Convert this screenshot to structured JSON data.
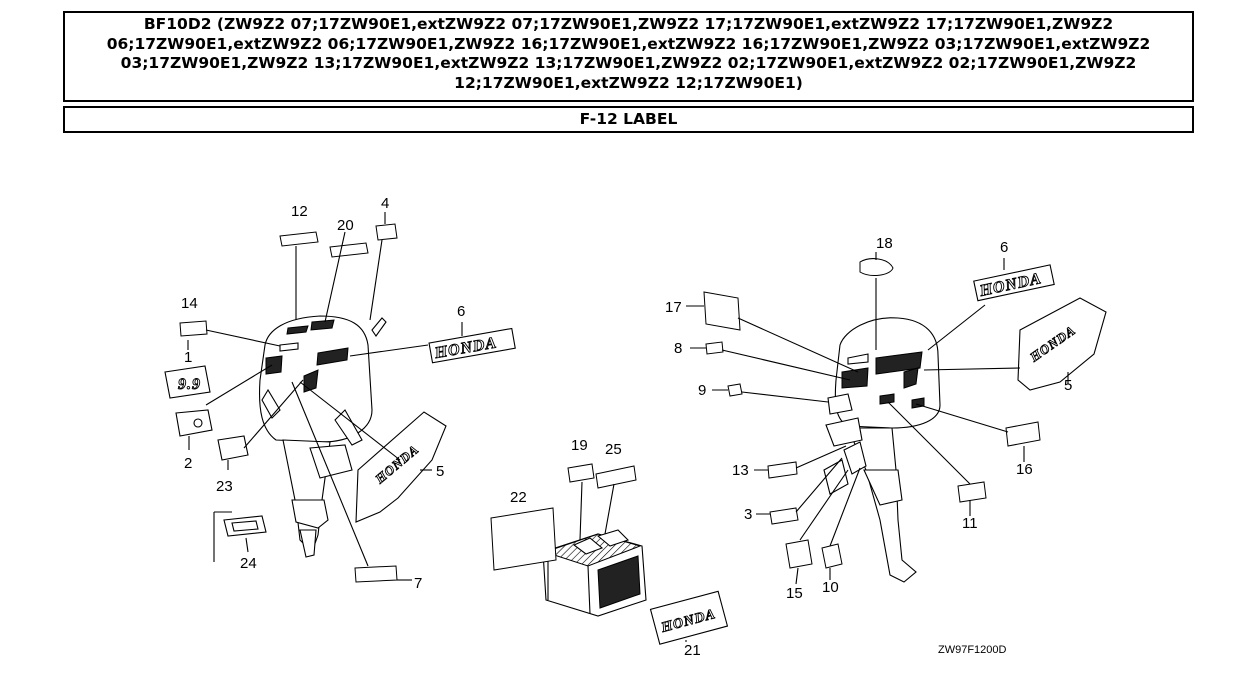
{
  "header": {
    "title": "BF10D2 (ZW9Z2 07;17ZW90E1,extZW9Z2 07;17ZW90E1,ZW9Z2 17;17ZW90E1,extZW9Z2 17;17ZW90E1,ZW9Z2 06;17ZW90E1,extZW9Z2 06;17ZW90E1,ZW9Z2 16;17ZW90E1,extZW9Z2 16;17ZW90E1,ZW9Z2 03;17ZW90E1,extZW9Z2 03;17ZW90E1,ZW9Z2 13;17ZW90E1,extZW9Z2 13;17ZW90E1,ZW9Z2 02;17ZW90E1,extZW9Z2 02;17ZW90E1,ZW9Z2 12;17ZW90E1,extZW9Z2 12;17ZW90E1)",
    "subtitle": "F-12 LABEL"
  },
  "diagram": {
    "drawing_code": "ZW97F1200D",
    "brand_mark": "HONDA",
    "model_mark": "9.9",
    "callouts": [
      "12",
      "20",
      "4",
      "14",
      "1",
      "6",
      "2",
      "23",
      "5",
      "24",
      "7",
      "19",
      "25",
      "22",
      "21",
      "18",
      "6",
      "17",
      "8",
      "9",
      "5",
      "13",
      "16",
      "3",
      "11",
      "15",
      "10"
    ]
  }
}
